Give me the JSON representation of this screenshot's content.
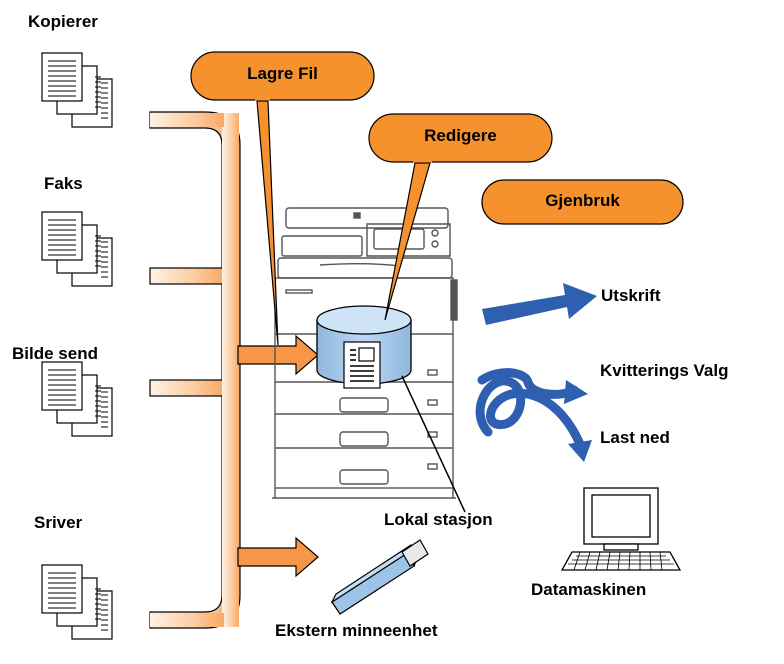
{
  "sources": [
    {
      "label": "Kopierer"
    },
    {
      "label": "Faks"
    },
    {
      "label": "Bilde send"
    },
    {
      "label": "Sriver"
    }
  ],
  "callouts": {
    "save": "Lagre Fil",
    "edit": "Redigere",
    "reuse": "Gjenbruk"
  },
  "outputs": {
    "print": "Utskrift",
    "receipt": "Kvitterings Valg",
    "download": "Last ned",
    "computer": "Datamaskinen"
  },
  "storage": {
    "local": "Lokal stasjon",
    "external": "Ekstern minneenhet"
  },
  "colors": {
    "callout_fill": "#f6922e",
    "callout_border": "#000000",
    "flow_fill": "#fbd2a8",
    "arrow_head": "#f79646",
    "cylinder": "#a7cbea",
    "blue_arrow": "#2e5fb0",
    "usb": "#9dc3e6"
  }
}
